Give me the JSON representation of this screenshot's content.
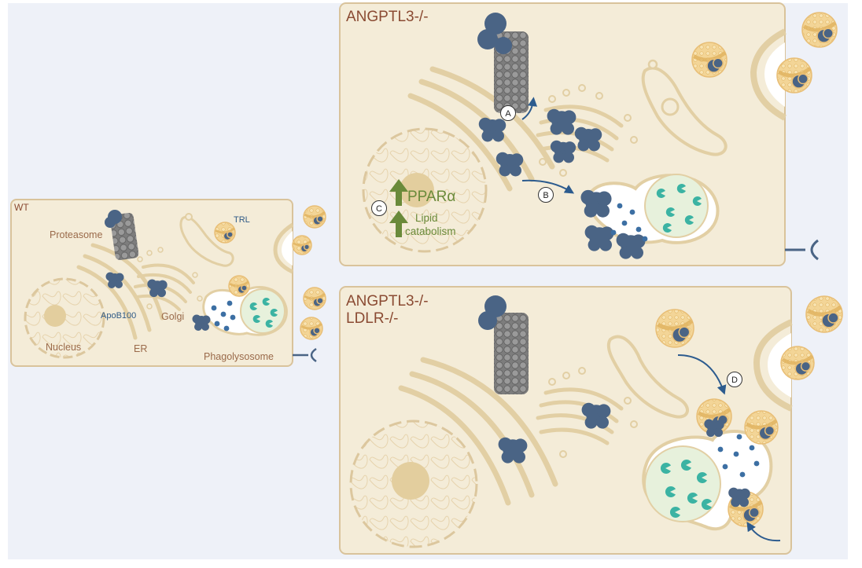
{
  "panels": {
    "wt": {
      "title": "WT"
    },
    "ko": {
      "title": "ANGPTL3-/-"
    },
    "dko": {
      "title_line1": "ANGPTL3-/-",
      "title_line2": "LDLR-/-"
    }
  },
  "labels": {
    "proteasome": "Proteasome",
    "trl": "TRL",
    "apob100": "ApoB100",
    "golgi": "Golgi",
    "nucleus": "Nucleus",
    "er": "ER",
    "phagolysosome": "Phagolysosome",
    "ppar": "PPARα",
    "lipid_line1": "Lipid",
    "lipid_line2": "catabolism"
  },
  "markers": {
    "a": "A",
    "b": "B",
    "c": "C",
    "d": "D"
  },
  "colors": {
    "background": "#eef1f8",
    "cell_fill": "#f4ecd8",
    "cell_border": "#d9c39b",
    "organelle": "#e2cfa4",
    "protein": "#4a6485",
    "proteasome": "#7d7d7d",
    "lipoprotein": "#f3d597",
    "vesicle_green": "#3bb3a3",
    "vesicle_blue": "#3c6fa3",
    "arrow_blue": "#2c5b8e",
    "upregulation_green": "#6a8a3a",
    "title_brown": "#8a4a32"
  }
}
